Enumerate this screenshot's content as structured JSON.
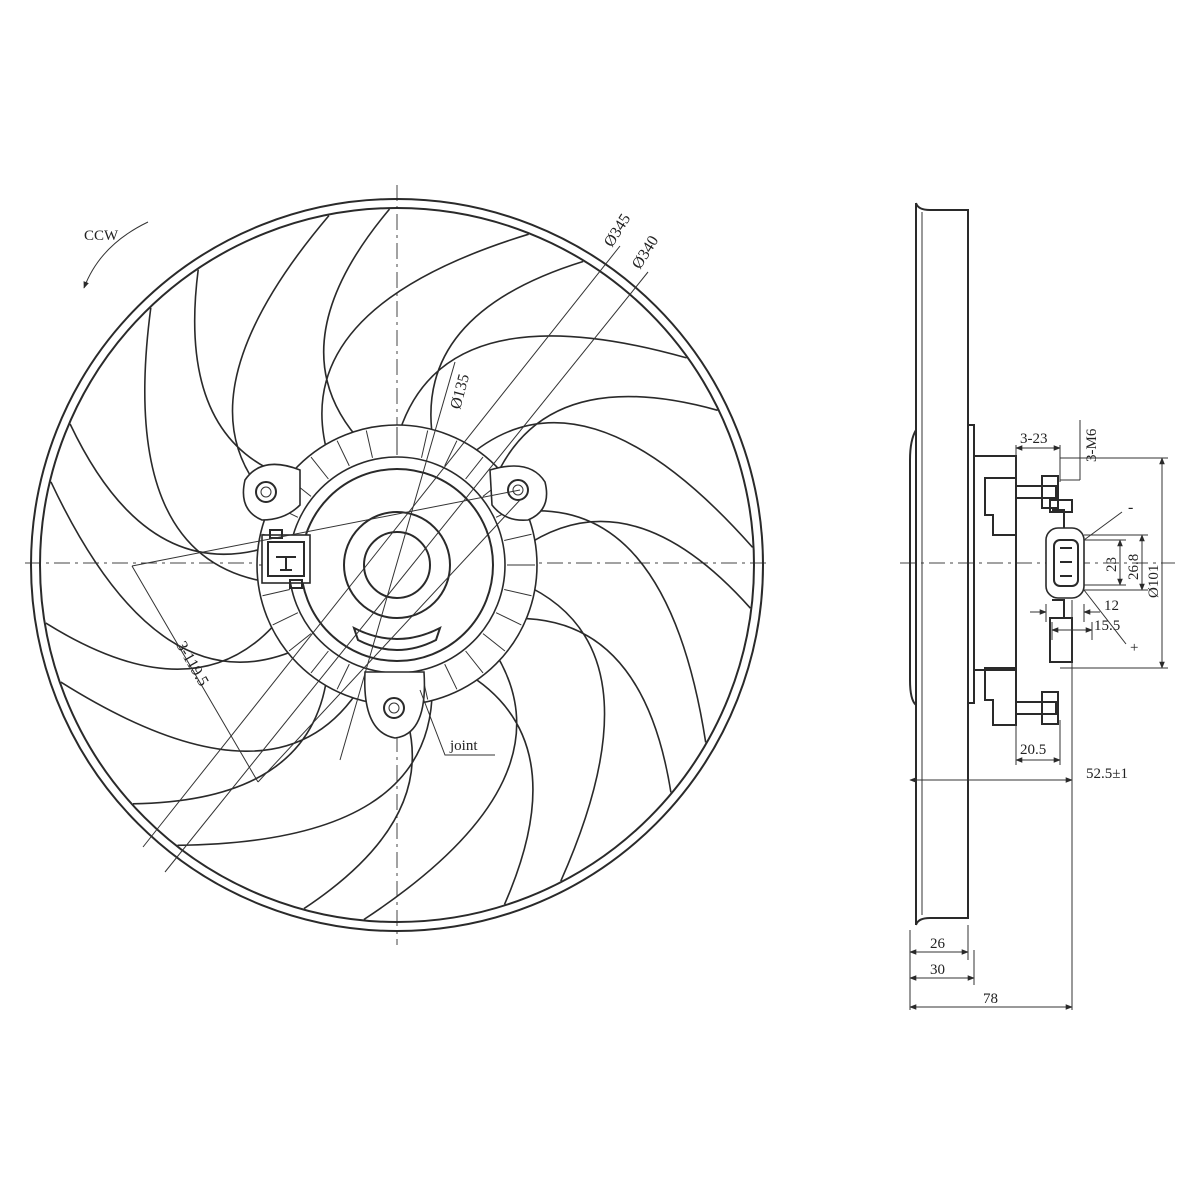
{
  "labels": {
    "ccw": "CCW",
    "d345": "Ø345",
    "d340": "Ø340",
    "d135": "Ø135",
    "holes": "3-119.5",
    "joint": "joint",
    "m6": "3-M6",
    "b323": "3-23",
    "minus": "-",
    "plus": "+",
    "d23": "23",
    "d268": "26.8",
    "d101": "Ø101",
    "d12": "12",
    "d155": "15.5",
    "d205": "20.5",
    "d525": "52.5±1",
    "d26": "26",
    "d30": "30",
    "d78": "78"
  },
  "front_view": {
    "blade_count": 11
  }
}
